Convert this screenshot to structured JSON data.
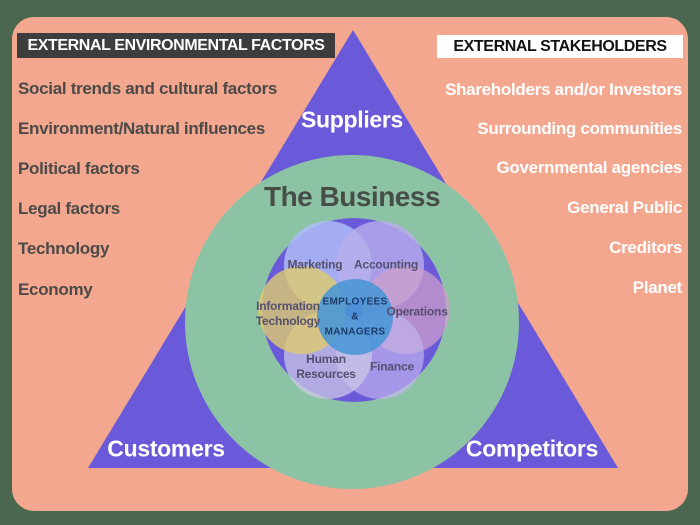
{
  "header_left": {
    "label": "EXTERNAL ENVIRONMENTAL FACTORS"
  },
  "header_right": {
    "label": "EXTERNAL STAKEHOLDERS"
  },
  "env_factors": {
    "items": [
      "Social trends and cultural factors",
      "Environment/Natural influences",
      "Political factors",
      "Legal factors",
      "Technology",
      "Economy"
    ]
  },
  "stakeholders": {
    "items": [
      "Shareholders and/or Investors",
      "Surrounding communities",
      "Governmental agencies",
      "General Public",
      "Creditors",
      "Planet"
    ]
  },
  "triangle": {
    "top": "Suppliers",
    "bottom_left": "Customers",
    "bottom_right": "Competitors"
  },
  "business": {
    "title": "The Business",
    "center": "EMPLOYEES\n&\nMANAGERS",
    "departments": [
      "Marketing",
      "Accounting",
      "Information\nTechnology",
      "Operations",
      "Human\nResources",
      "Finance"
    ]
  },
  "colors": {
    "outer_background": "#4b6750",
    "card_background": "#f3a78e",
    "triangle_purple": "#6a5ad9",
    "business_circle_green": "#8dc3a5",
    "core_circle_blue": "#4896d6",
    "header_left_bg": "#3d3d3d",
    "header_right_bg": "#ffffff",
    "petal_marketing": "#aebcf5",
    "petal_accounting": "#b9aeec",
    "petal_information_technology": "#decb6e",
    "petal_operations": "#cf9fc9",
    "petal_human_resources": "#cfc9e6",
    "petal_finance": "#c4b7f0"
  }
}
